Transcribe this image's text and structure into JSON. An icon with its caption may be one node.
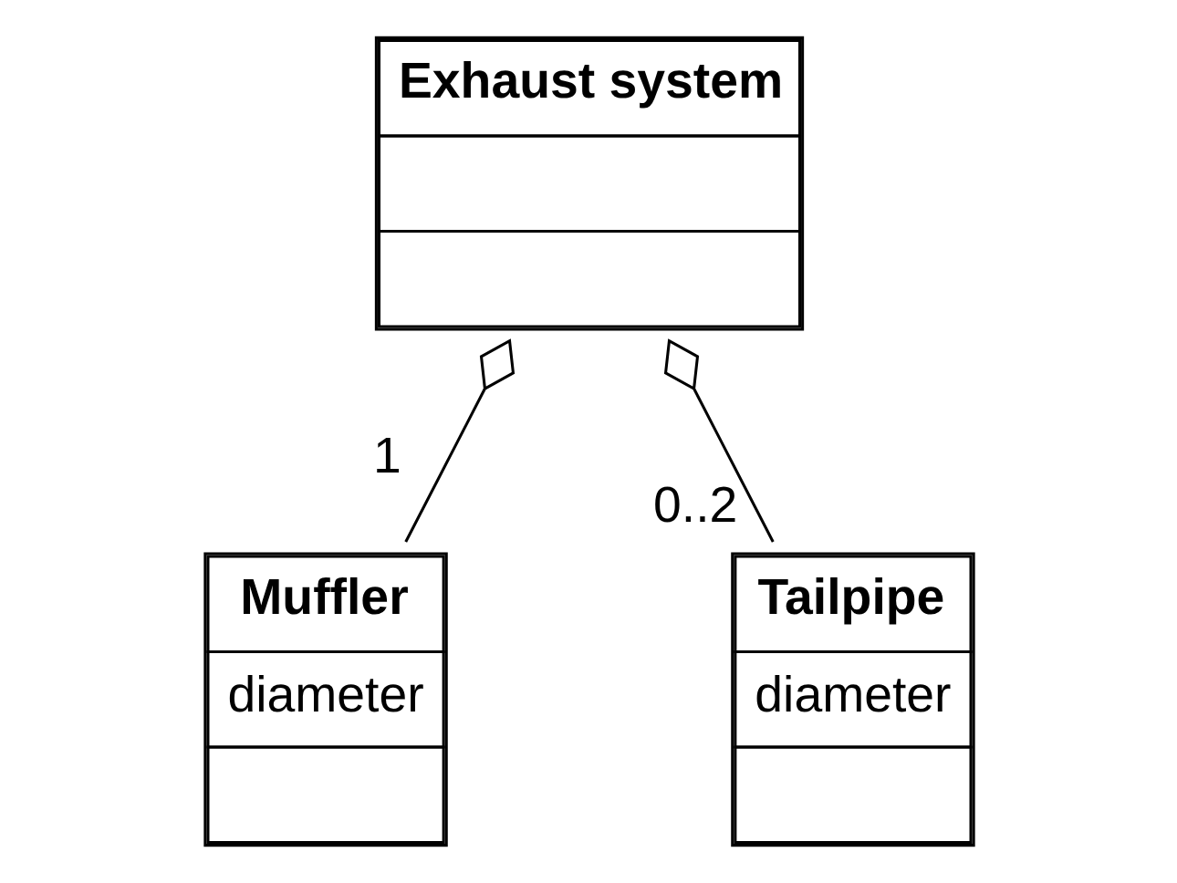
{
  "diagram": {
    "nodes": [
      {
        "text": [
          "Exhaust system"
        ]
      },
      {
        "text": [
          "Muffler",
          "diameter"
        ]
      },
      {
        "text": [
          "Tailpipe",
          "diameter"
        ]
      }
    ],
    "edges": [
      {
        "from": 0,
        "to": 1,
        "arrow": "other",
        "label": "1"
      },
      {
        "from": 0,
        "to": 2,
        "arrow": "other",
        "label": "0..2"
      }
    ]
  }
}
